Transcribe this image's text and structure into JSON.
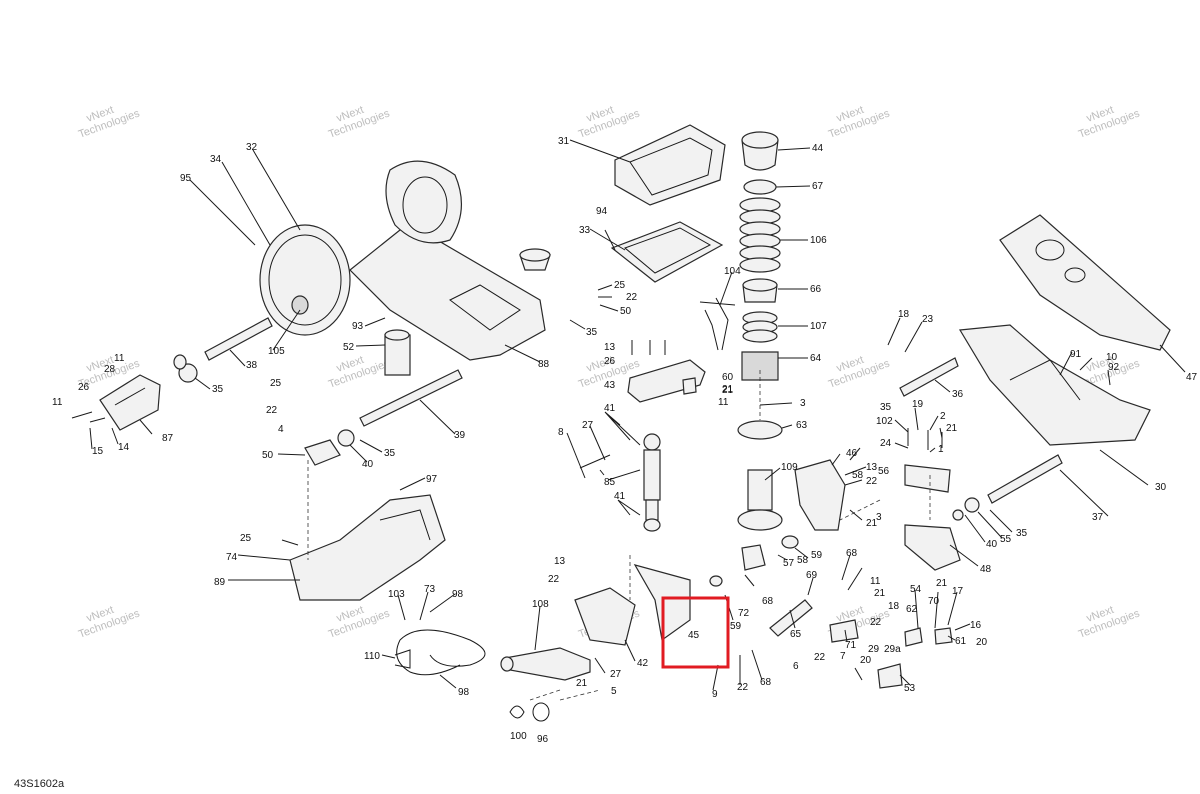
{
  "drawing": {
    "reference_code": "43S1602a",
    "watermark_line1": "vNext",
    "watermark_line2": "Technologies",
    "highlight_color": "#e11b22"
  },
  "callouts": {
    "c1": "31",
    "c2": "44",
    "c3": "67",
    "c4": "106",
    "c5": "66",
    "c6": "107",
    "c7": "64",
    "c8": "3",
    "c9": "63",
    "c10": "109",
    "c11": "94",
    "c12": "33",
    "c13": "104",
    "c14": "34",
    "c15": "32",
    "c16": "95",
    "c17": "25",
    "c18": "22",
    "c19": "50",
    "c20": "35",
    "c21": "88",
    "c22": "93",
    "c23": "52",
    "c24": "105",
    "c25": "38",
    "c26": "35",
    "c27": "13",
    "c28": "26",
    "c29": "43",
    "c30": "60",
    "c31": "21",
    "c32": "11",
    "c33": "11",
    "c34": "28",
    "c35": "26",
    "c36": "11",
    "c37": "87",
    "c38": "15",
    "c39": "14",
    "c40": "25",
    "c41": "22",
    "c42": "4",
    "c43": "50",
    "c44": "40",
    "c45": "35",
    "c46": "39",
    "c47": "41",
    "c48": "8",
    "c49": "27",
    "c50": "85",
    "c51": "41",
    "c52": "97",
    "c53": "25",
    "c54": "74",
    "c55": "89",
    "c56": "103",
    "c57": "73",
    "c58": "98",
    "c59": "110",
    "c60": "98",
    "c61": "13",
    "c62": "22",
    "c63": "108",
    "c64": "27",
    "c65": "42",
    "c66": "45",
    "c67": "9",
    "c68": "21",
    "c69": "5",
    "c70": "100",
    "c71": "96",
    "c72": "59",
    "c73": "57",
    "c74": "58",
    "c75": "59",
    "c76": "72",
    "c77": "68",
    "c78": "22",
    "c79": "68",
    "c80": "69",
    "c81": "68",
    "c82": "65",
    "c83": "6",
    "c84": "22",
    "c85": "71",
    "c86": "7",
    "c87": "20",
    "c88": "29",
    "c89": "29a",
    "c90": "53",
    "c91": "11",
    "c92": "21",
    "c93": "18",
    "c94": "22",
    "c95": "62",
    "c96": "54",
    "c97": "70",
    "c98": "21",
    "c99": "17",
    "c100": "16",
    "c101": "61",
    "c102": "20",
    "c103": "46",
    "c104": "13",
    "c105": "58",
    "c106": "22",
    "c107": "56",
    "c108": "21",
    "c109": "3",
    "c110": "102",
    "c111": "24",
    "c112": "19",
    "c113": "2",
    "c114": "21",
    "c115": "1",
    "c116": "18",
    "c117": "23",
    "c118": "36",
    "c119": "35",
    "c120": "91",
    "c121": "10",
    "c122": "92",
    "c123": "47",
    "c124": "30",
    "c125": "37",
    "c126": "35",
    "c127": "40",
    "c128": "55",
    "c129": "48",
    "c130": "21"
  }
}
